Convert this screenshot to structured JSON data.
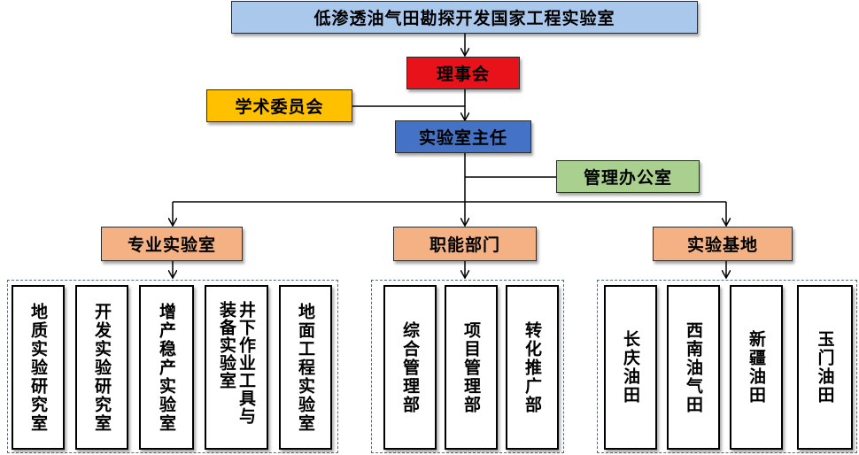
{
  "title": "低渗透油气田勘探开发国家工程实验室",
  "board": "理事会",
  "academic_committee": "学术委员会",
  "director": "实验室主任",
  "management_office": "管理办公室",
  "colors": {
    "title_bg": "#a9c8ec",
    "board_bg": "#e8131a",
    "academic_bg": "#ffc000",
    "director_bg": "#4472c4",
    "office_bg": "#a9d08e",
    "category_bg": "#f4b183"
  },
  "categories": [
    {
      "label": "专业实验室",
      "items": [
        "地质实验研究室",
        "开发实验研究室",
        "增产稳产实验室",
        "井下作业工具与装备实验室",
        "地面工程实验室"
      ]
    },
    {
      "label": "职能部门",
      "items": [
        "综合管理部",
        "项目管理部",
        "转化推广部"
      ]
    },
    {
      "label": "实验基地",
      "items": [
        "长庆油田",
        "西南油气田",
        "新疆油田",
        "玉门油田"
      ]
    }
  ]
}
